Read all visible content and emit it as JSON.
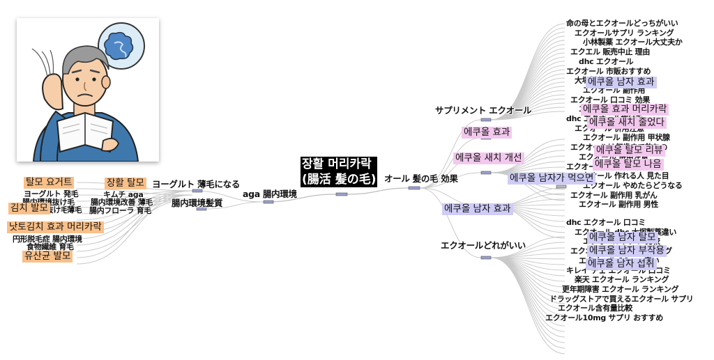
{
  "root": {
    "line1": "장활 머리카락",
    "line2": "(腸活 髪の毛)"
  },
  "left": {
    "hubs": [
      {
        "text": "aga 腸内環境"
      },
      {
        "text": "ヨーグルト 薄毛になる"
      },
      {
        "text": "腸内環境髪質"
      }
    ],
    "leaves": [
      {
        "text": "腸内環境改善 薄毛"
      },
      {
        "text": "キムチ aga"
      },
      {
        "text": "腸内フローラ 育毛"
      },
      {
        "text": "円形脱毛症 腸内環境"
      },
      {
        "text": "食物繊維 育毛"
      },
      {
        "text": "ヨーグルト 発毛"
      },
      {
        "text": "腸内環境抜け毛"
      },
      {
        "text": "キムチ 抜け毛"
      },
      {
        "text": "薄毛"
      }
    ],
    "highlights": [
      {
        "text": "탈모 요거트",
        "color": "orange"
      },
      {
        "text": "장활 탈모",
        "color": "orange"
      },
      {
        "text": "김치 발모",
        "color": "orange"
      },
      {
        "text": "낫토김치 효과 머리카락",
        "color": "orange"
      },
      {
        "text": "유산균 발모",
        "color": "orange"
      }
    ]
  },
  "right": {
    "hubs": [
      {
        "text": "オール 髪の毛 効果"
      },
      {
        "text": "サプリメント エクオール"
      },
      {
        "text": "エクオールどれがいい"
      }
    ],
    "leaves": [
      {
        "text": "命の母とエクオールどっちがいい"
      },
      {
        "text": "エクオールサプリ ランキング"
      },
      {
        "text": "小林製薬 エクオール大丈夫か"
      },
      {
        "text": "エクエル 販売中止 理由"
      },
      {
        "text": "dhc エクオール"
      },
      {
        "text": "エクオール 市販おすすめ"
      },
      {
        "text": "大塚製薬 エクオール"
      },
      {
        "text": "エクオール 副作用"
      },
      {
        "text": "エクオール 口コミ 効果"
      },
      {
        "text": "エクオール 抜け毛"
      },
      {
        "text": "dhc エクオール抜け毛"
      },
      {
        "text": "エクオール 併用注意"
      },
      {
        "text": "エクオール 副作用 甲状腺"
      },
      {
        "text": "エクオールは何歳まで飲むの"
      },
      {
        "text": "エクオール 併用注意"
      },
      {
        "text": "エクオール 何歳から"
      },
      {
        "text": "エクオール 作れる人 見た目"
      },
      {
        "text": "エクオール やめたらどうなる"
      },
      {
        "text": "エクオール 副作用 乳がん"
      },
      {
        "text": "エクオール 副作用 男性"
      },
      {
        "text": "dhc エクオール 口コミ"
      },
      {
        "text": "エクオール dhc 大塚製薬違い"
      },
      {
        "text": "エクオールサプリ 比較"
      },
      {
        "text": "エクオール 口コミ ランキング"
      },
      {
        "text": "エクオール 10mg 安い"
      },
      {
        "text": "キレイ チェ エクオール 口コミ"
      },
      {
        "text": "楽天 エクオール ランキング"
      },
      {
        "text": "更年期障害 エクオール ランキング"
      },
      {
        "text": "ドラッグストアで買えるエクオール サプリ"
      },
      {
        "text": "エクオール含有量比較"
      },
      {
        "text": "エクオール10mg サプリ おすすめ"
      }
    ],
    "highlights": [
      {
        "text": "에쿠올 남자 효과",
        "color": "purple"
      },
      {
        "text": "에쿠올 효과 머리카락",
        "color": "pink"
      },
      {
        "text": "에쿠올 새치 줄었다",
        "color": "pink"
      },
      {
        "text": "에쿠올 효과",
        "color": "pink"
      },
      {
        "text": "에쿠올 탈모 리뷰",
        "color": "pink"
      },
      {
        "text": "에쿠올 새치 개선",
        "color": "pink"
      },
      {
        "text": "에쿠올 탈모 나음",
        "color": "pink"
      },
      {
        "text": "에쿠올 남자가 먹으면",
        "color": "purple"
      },
      {
        "text": "에쿠올 남자 효과",
        "color": "purple"
      },
      {
        "text": "에쿠올 남자 탈모",
        "color": "purple"
      },
      {
        "text": "에쿠올 남자 부작용",
        "color": "purple"
      },
      {
        "text": "에쿠올 남자 섭취",
        "color": "purple"
      }
    ]
  },
  "colors": {
    "orange": "#f9c089",
    "pink": "#f3c8ee",
    "purple": "#cfcdf6"
  }
}
